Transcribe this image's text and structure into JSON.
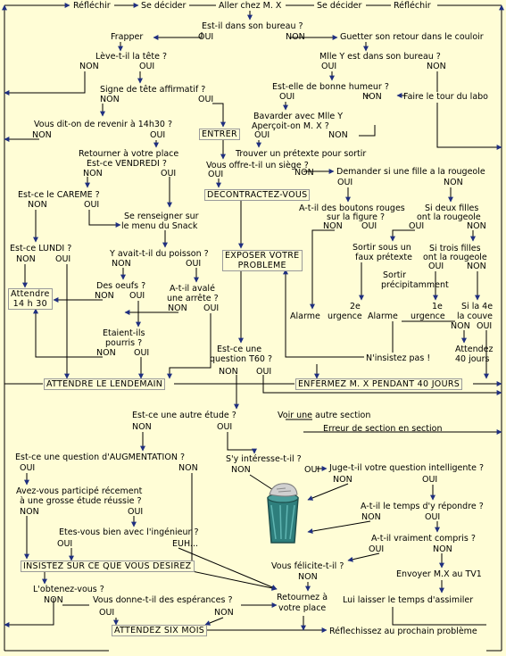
{
  "top": {
    "reflechir_left": "Réfléchir",
    "se_decider_left": "Se décider",
    "aller_chez": "Aller chez M. X",
    "se_decider_right": "Se décider",
    "reflechir_right": "Réfléchir"
  },
  "q": {
    "bureau": "Est-il dans son bureau ?",
    "frapper": "Frapper",
    "guetter": "Guetter son retour dans le couloir",
    "leve_tete": "Lève-t-il la tête ?",
    "mlle_y_bureau": "Mlle Y est dans son bureau ?",
    "signe_tete": "Signe de tête affirmatif ?",
    "bonne_humeur": "Est-elle de bonne humeur ?",
    "tour_labo": "Faire le tour du labo",
    "revenir": "Vous dit-on de revenir à 14h30 ?",
    "bavarder_1": "Bavarder avec Mlle Y",
    "bavarder_2": "Aperçoit-on M. X ?",
    "retourner_1": "Retourner à votre place",
    "retourner_2": "Est-ce VENDREDI ?",
    "pretexte": "Trouver un prétexte pour sortir",
    "offre_siege": "Vous offre-t-il un siège ?",
    "demander_fille": "Demander si une fille a la rougeole",
    "careme": "Est-ce le CAREME ?",
    "boutons_1": "A-t-il des boutons rouges",
    "boutons_2": "sur la figure ?",
    "deux_filles_1": "Si deux filles",
    "deux_filles_2": "ont la rougeole",
    "snack_1": "Se renseigner sur",
    "snack_2": "le menu du Snack",
    "lundi": "Est-ce LUNDI ?",
    "poisson": "Y avait-t-il du poisson ?",
    "sortir_faux_1": "Sortir sous un",
    "sortir_faux_2": "faux prétexte",
    "trois_filles_1": "Si trois filles",
    "trois_filles_2": "ont la rougeole",
    "oeufs": "Des oeufs ?",
    "arrete_1": "A-t-il avalé",
    "arrete_2": "une arrête ?",
    "sortir_prec": "Sortir",
    "precipitamment": "précipitamment",
    "pourris_1": "Etaient-ils",
    "pourris_2": "pourris ?",
    "urgence2_1": "2e",
    "urgence2_2": "urgence",
    "urgence1_1": "1e",
    "urgence1_2": "urgence",
    "quatre_1": "Si la 4e",
    "quatre_2": "la couve",
    "alarme_left": "Alarme",
    "alarme_mid": "Alarme",
    "t60_1": "Est-ce une",
    "t60_2": "question T60 ?",
    "insistez_pas": "N'insistez pas !",
    "attendez_40_1": "Attendez",
    "attendez_40_2": "40 jours",
    "autre_etude": "Est-ce une autre étude ?",
    "voir_autre": "Voir une autre section",
    "erreur": "Erreur de section en section",
    "augmentation": "Est-ce une question d'AUGMENTATION ?",
    "interesse": "S'y intéresse-t-il ?",
    "intelligente": "Juge-t-il votre question intelligente ?",
    "participe_1": "Avez-vous participé récement",
    "participe_2": "à une grosse étude réussie ?",
    "temps_repondre": "A-t-il le temps d'y répondre ?",
    "ingenieur": "Etes-vous bien avec l'ingénieur ?",
    "euh": "EUH...",
    "compris": "A-t-il vraiment compris ?",
    "felicite": "Vous félicite-t-il ?",
    "envoyer": "Envoyer M.X au TV1",
    "obtenez": "L'obtenez-vous ?",
    "esperances": "Vous donne-t-il des espérances ?",
    "retournez_1": "Retournez à",
    "retournez_2": "votre place",
    "assimiler": "Lui laisser le temps d'assimiler",
    "reflechissez": "Réflechissez au prochain problème"
  },
  "boxes": {
    "entrer": "ENTRER",
    "decontractez": "DECONTRACTEZ-VOUS",
    "exposer_1": "EXPOSER VOTRE",
    "exposer_2": "PROBLEME",
    "attendre_1": "Attendre",
    "attendre_2": "14 h 30",
    "lendemain": "ATTENDRE LE LENDEMAIN",
    "enfermez": "ENFERMEZ M. X PENDANT 40 JOURS",
    "insistez": "INSISTEZ SUR CE QUE VOUS DESIREZ",
    "six_mois": "ATTENDEZ SIX MOIS"
  },
  "a": {
    "oui": "OUI",
    "non": "NON"
  },
  "colors": {
    "background": "#fffdd6",
    "line": "#000000",
    "arrow_blue": "#2a3a8c",
    "bin_body": "#2e7e7c",
    "bin_lid": "#c8c8c8"
  },
  "icons": {
    "trash": "trash-bin-icon"
  }
}
